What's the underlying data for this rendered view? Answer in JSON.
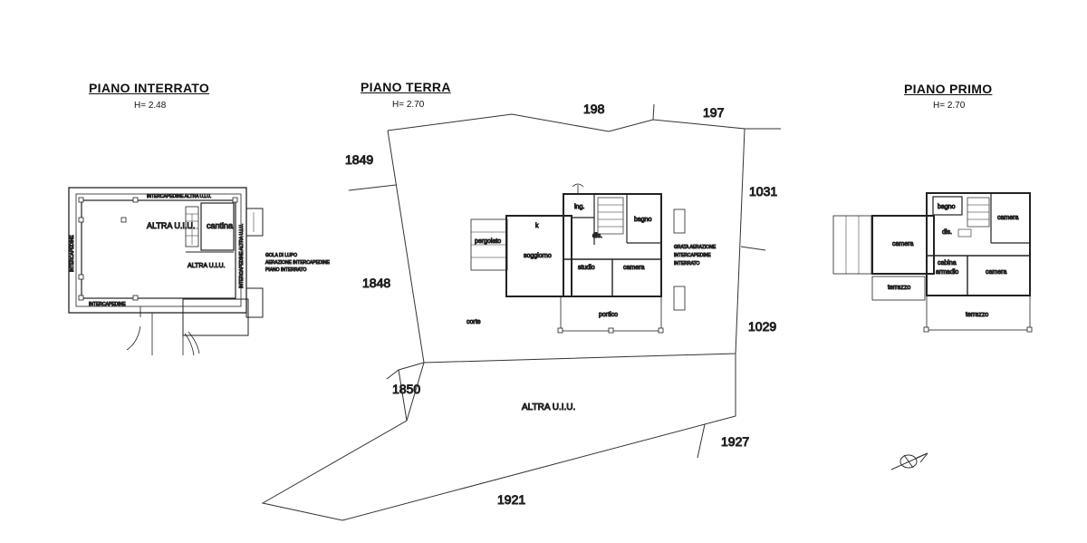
{
  "floors": [
    {
      "title": "PIANO INTERRATO",
      "height": "H= 2.48"
    },
    {
      "title": "PIANO TERRA",
      "height": "H= 2.70"
    },
    {
      "title": "PIANO PRIMO",
      "height": "H= 2.70"
    }
  ],
  "basement": {
    "rooms": [
      "ALTRA U.I.U.",
      "cantina",
      "ALTRA U.I.U."
    ],
    "walls": [
      "INTERCAPEDINE ALTRA U.I.U.",
      "INTERCAPEDINE",
      "INTERCAPEDINE",
      "INTERCAPEDINE ALTRA U.I.U."
    ],
    "note": [
      "GOLA DI LUPO",
      "AERAZIONE INTERCAPEDINE",
      "PIANO INTERRATO"
    ]
  },
  "ground": {
    "rooms": [
      "ing.",
      "bagno",
      "k",
      "dis.",
      "soggiorno",
      "studio",
      "camera",
      "pergolato",
      "portico",
      "corte"
    ],
    "note": [
      "GRATA AERAZIONE",
      "INTERCAPEDINE",
      "INTERRATO"
    ]
  },
  "first": {
    "rooms": [
      "bagno",
      "camera",
      "camera",
      "dis.",
      "cabina",
      "armadio",
      "camera",
      "terrazzo",
      "terrazzo"
    ]
  },
  "site": {
    "parcels": [
      "198",
      "197",
      "1849",
      "1031",
      "1848",
      "1029",
      "1850",
      "1927",
      "1921"
    ],
    "other_unit": "ALTRA U.I.U."
  },
  "icons": [
    "north-arrow-icon"
  ]
}
